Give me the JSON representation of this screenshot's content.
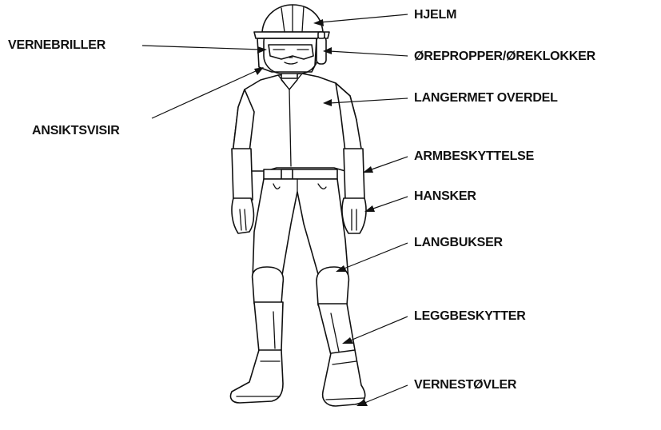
{
  "labels": {
    "hjelm": "HJELM",
    "vernebriller": "VERNEBRILLER",
    "orepropper": "ØREPROPPER/ØREKLOKKER",
    "ansiktsvisir": "ANSIKTSVISIR",
    "langermet_overdel": "LANGERMET OVERDEL",
    "armbeskyttelse": "ARMBESKYTTELSE",
    "hansker": "HANSKER",
    "langbukser": "LANGBUKSER",
    "leggbeskytter": "LEGGBESKYTTER",
    "vernestovler": "VERNESTØVLER"
  }
}
